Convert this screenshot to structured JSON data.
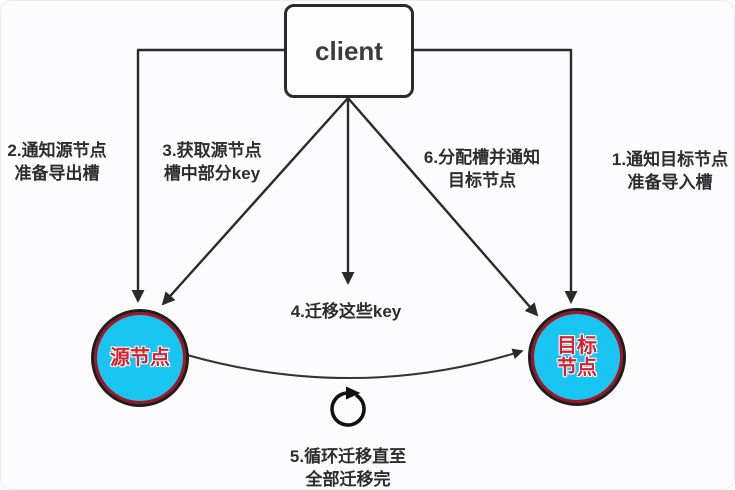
{
  "client": {
    "label": "client"
  },
  "nodes": {
    "source": {
      "label": "源节点"
    },
    "target": {
      "line1": "目标",
      "line2": "节点"
    }
  },
  "steps": {
    "step1": {
      "line1": "1.通知目标节点",
      "line2": "准备导入槽"
    },
    "step2": {
      "line1": "2.通知源节点",
      "line2": "准备导出槽"
    },
    "step3": {
      "line1": "3.获取源节点",
      "line2": "槽中部分key"
    },
    "step4": {
      "line1": "4.迁移这些key"
    },
    "step5": {
      "line1": "5.循环迁移直至",
      "line2": "全部迁移完"
    },
    "step6": {
      "line1": "6.分配槽并通知",
      "line2": "目标节点"
    }
  },
  "icons": {
    "cycle": "clockwise-cycle-arrow"
  },
  "colors": {
    "background": "#fcfbfd",
    "line": "#2a2a2a",
    "node_fill": "#18c4f0",
    "node_ring": "#a8111f",
    "node_text": "#d9202e",
    "label_text": "#2d2d2d"
  }
}
